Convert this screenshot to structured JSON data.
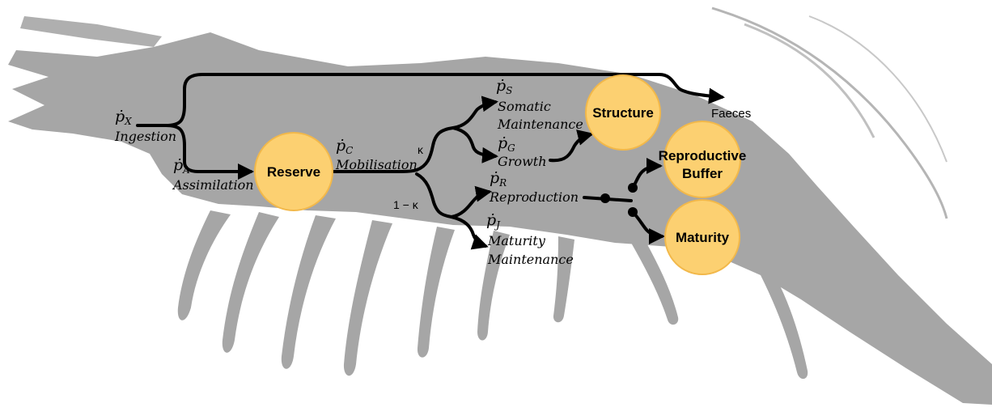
{
  "colors": {
    "silhouette": "#a6a6a6",
    "node_fill": "#fcd071",
    "node_stroke": "#f2b84a",
    "arrow": "#000000"
  },
  "nodes": {
    "reserve": "Reserve",
    "structure": "Structure",
    "reproductive_buffer_line1": "Reproductive",
    "reproductive_buffer_line2": "Buffer",
    "maturity": "Maturity"
  },
  "fluxes": {
    "ingestion_symbol": "ṗ",
    "ingestion_sub": "X",
    "ingestion_label": "Ingestion",
    "assimilation_symbol": "ṗ",
    "assimilation_sub": "A",
    "assimilation_label": "Assimilation",
    "mobilisation_symbol": "ṗ",
    "mobilisation_sub": "C",
    "mobilisation_label": "Mobilisation",
    "somatic_symbol": "ṗ",
    "somatic_sub": "S",
    "somatic_label_1": "Somatic",
    "somatic_label_2": "Maintenance",
    "growth_symbol": "ṗ",
    "growth_sub": "G",
    "growth_label": "Growth",
    "reproduction_symbol": "ṗ",
    "reproduction_sub": "R",
    "reproduction_label": "Reproduction",
    "maturity_symbol": "ṗ",
    "maturity_sub": "J",
    "maturity_label_1": "Maturity",
    "maturity_label_2": "Maintenance"
  },
  "kappa": {
    "kappa": "κ",
    "one_minus_kappa": "1 − κ"
  },
  "faeces": "Faeces"
}
